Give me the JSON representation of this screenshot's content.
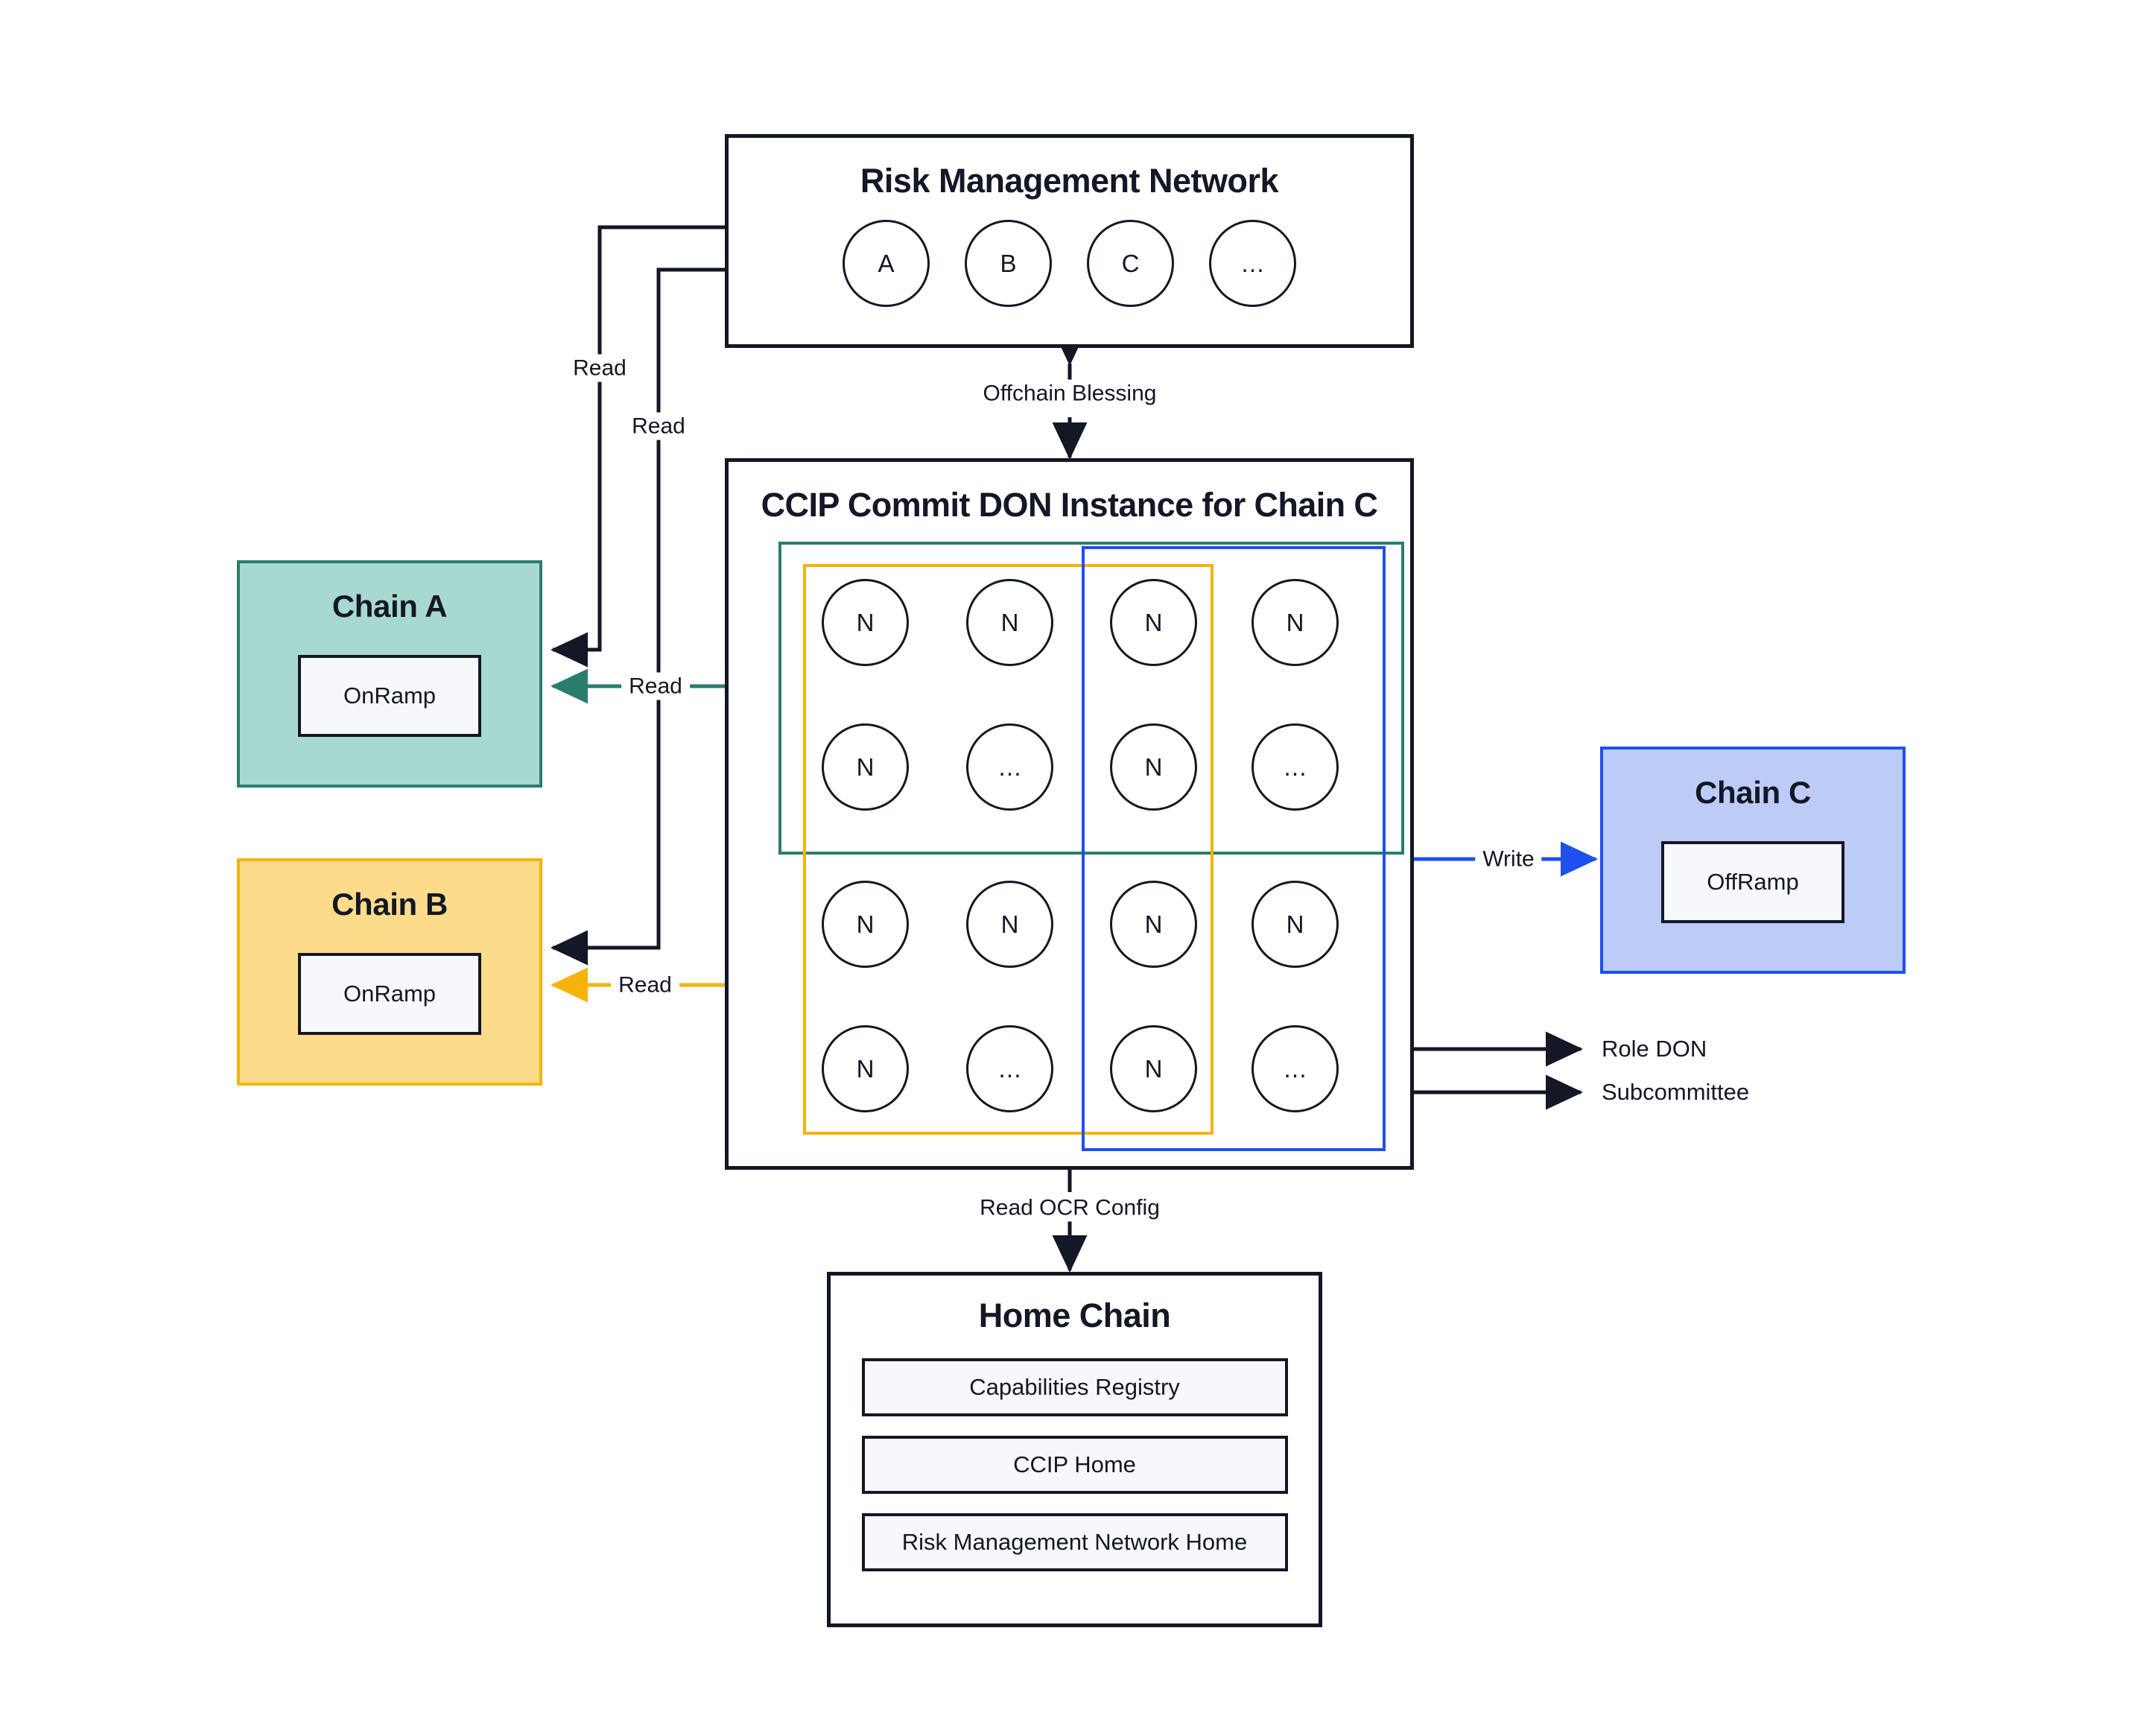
{
  "diagram": {
    "title_context": "CCIP Commit DON architecture",
    "colors": {
      "ink": "#131726",
      "chain_a_fill": "#a8d9d1",
      "chain_a_stroke": "#2a7d6d",
      "chain_b_fill": "#fcdc8a",
      "chain_b_stroke": "#f5b30b",
      "chain_c_fill": "#bdcbf7",
      "chain_c_stroke": "#1f4fed",
      "panel_fill": "#f7f8fc",
      "background": "#ffffff"
    }
  },
  "risk_management_network": {
    "title": "Risk Management Network",
    "nodes": [
      "A",
      "B",
      "C",
      "…"
    ]
  },
  "ccip_don": {
    "title": "CCIP Commit DON Instance for Chain C",
    "node_label": "N",
    "ellipsis_label": "…",
    "grid": [
      [
        "N",
        "N",
        "N",
        "N"
      ],
      [
        "N",
        "…",
        "N",
        "…"
      ],
      [
        "N",
        "N",
        "N",
        "N"
      ],
      [
        "N",
        "…",
        "N",
        "…"
      ]
    ],
    "groups": [
      {
        "name": "teal-group",
        "color": "#2a7d6d"
      },
      {
        "name": "yellow-group",
        "color": "#f5b30b"
      },
      {
        "name": "blue-group",
        "color": "#1f4fed"
      }
    ]
  },
  "chain_a": {
    "title": "Chain A",
    "ramp": "OnRamp"
  },
  "chain_b": {
    "title": "Chain B",
    "ramp": "OnRamp"
  },
  "chain_c": {
    "title": "Chain C",
    "ramp": "OffRamp"
  },
  "home_chain": {
    "title": "Home Chain",
    "items": [
      "Capabilities Registry",
      "CCIP Home",
      "Risk Management Network Home"
    ]
  },
  "edges": {
    "read_a_black": "Read",
    "read_b_black": "Read",
    "read_a_teal": "Read",
    "read_b_yellow": "Read",
    "offchain_blessing": "Offchain Blessing",
    "write_c": "Write",
    "read_ocr_config": "Read OCR Config"
  },
  "legend": {
    "role_don": "Role DON",
    "subcommittee": "Subcommittee"
  }
}
